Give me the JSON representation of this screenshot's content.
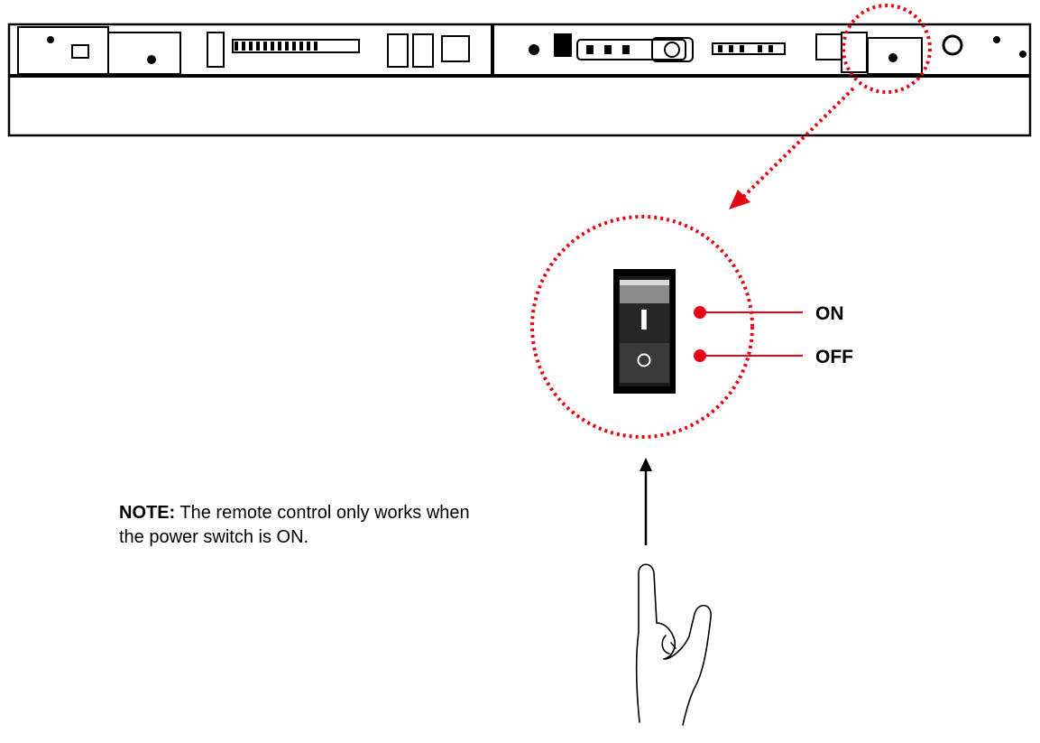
{
  "labels": {
    "on": "ON",
    "off": "OFF"
  },
  "switch": {
    "on_symbol": "I",
    "off_symbol": "O"
  },
  "note": {
    "prefix": "NOTE:",
    "text": " The remote control only works when the power switch is ON."
  },
  "colors": {
    "accent": "#e30613",
    "line": "#000000"
  },
  "icons": [
    "rocker-switch-icon",
    "hand-pointing-icon",
    "rear-panel-illustration"
  ]
}
